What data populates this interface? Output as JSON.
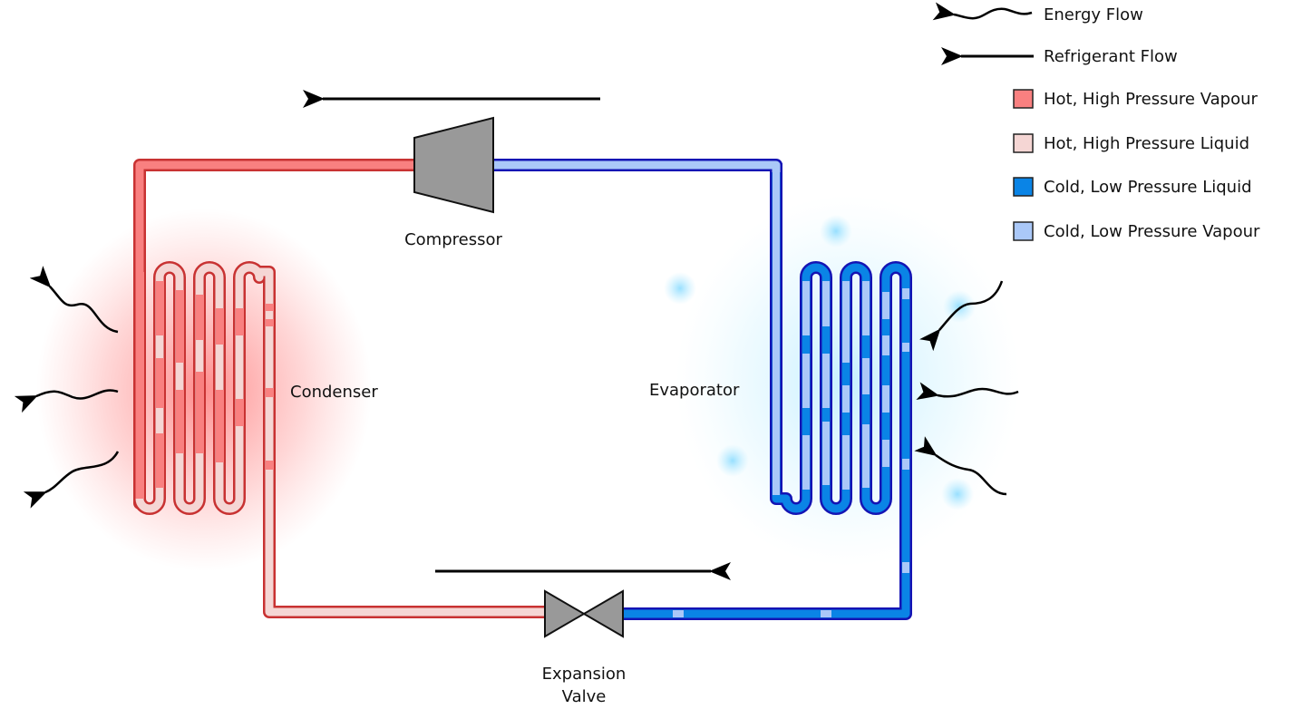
{
  "labels": {
    "compressor": "Compressor",
    "condenser": "Condenser",
    "evaporator": "Evaporator",
    "expansion_valve_line1": "Expansion",
    "expansion_valve_line2": "Valve"
  },
  "legend": {
    "energy_flow": "Energy Flow",
    "refrigerant_flow": "Refrigerant Flow",
    "hot_hp_vapour": "Hot, High Pressure Vapour",
    "hot_hp_liquid": "Hot, High Pressure Liquid",
    "cold_lp_liquid": "Cold, Low Pressure Liquid",
    "cold_lp_vapour": "Cold, Low Pressure Vapour"
  },
  "colors": {
    "hot_hp_vapour": "#f98080",
    "hot_hp_liquid": "#f5d6d4",
    "cold_lp_liquid": "#0a84e6",
    "cold_lp_vapour": "#aac8f8",
    "hot_outline": "#c83232",
    "cold_outline": "#1414b4",
    "component": "#999999"
  }
}
